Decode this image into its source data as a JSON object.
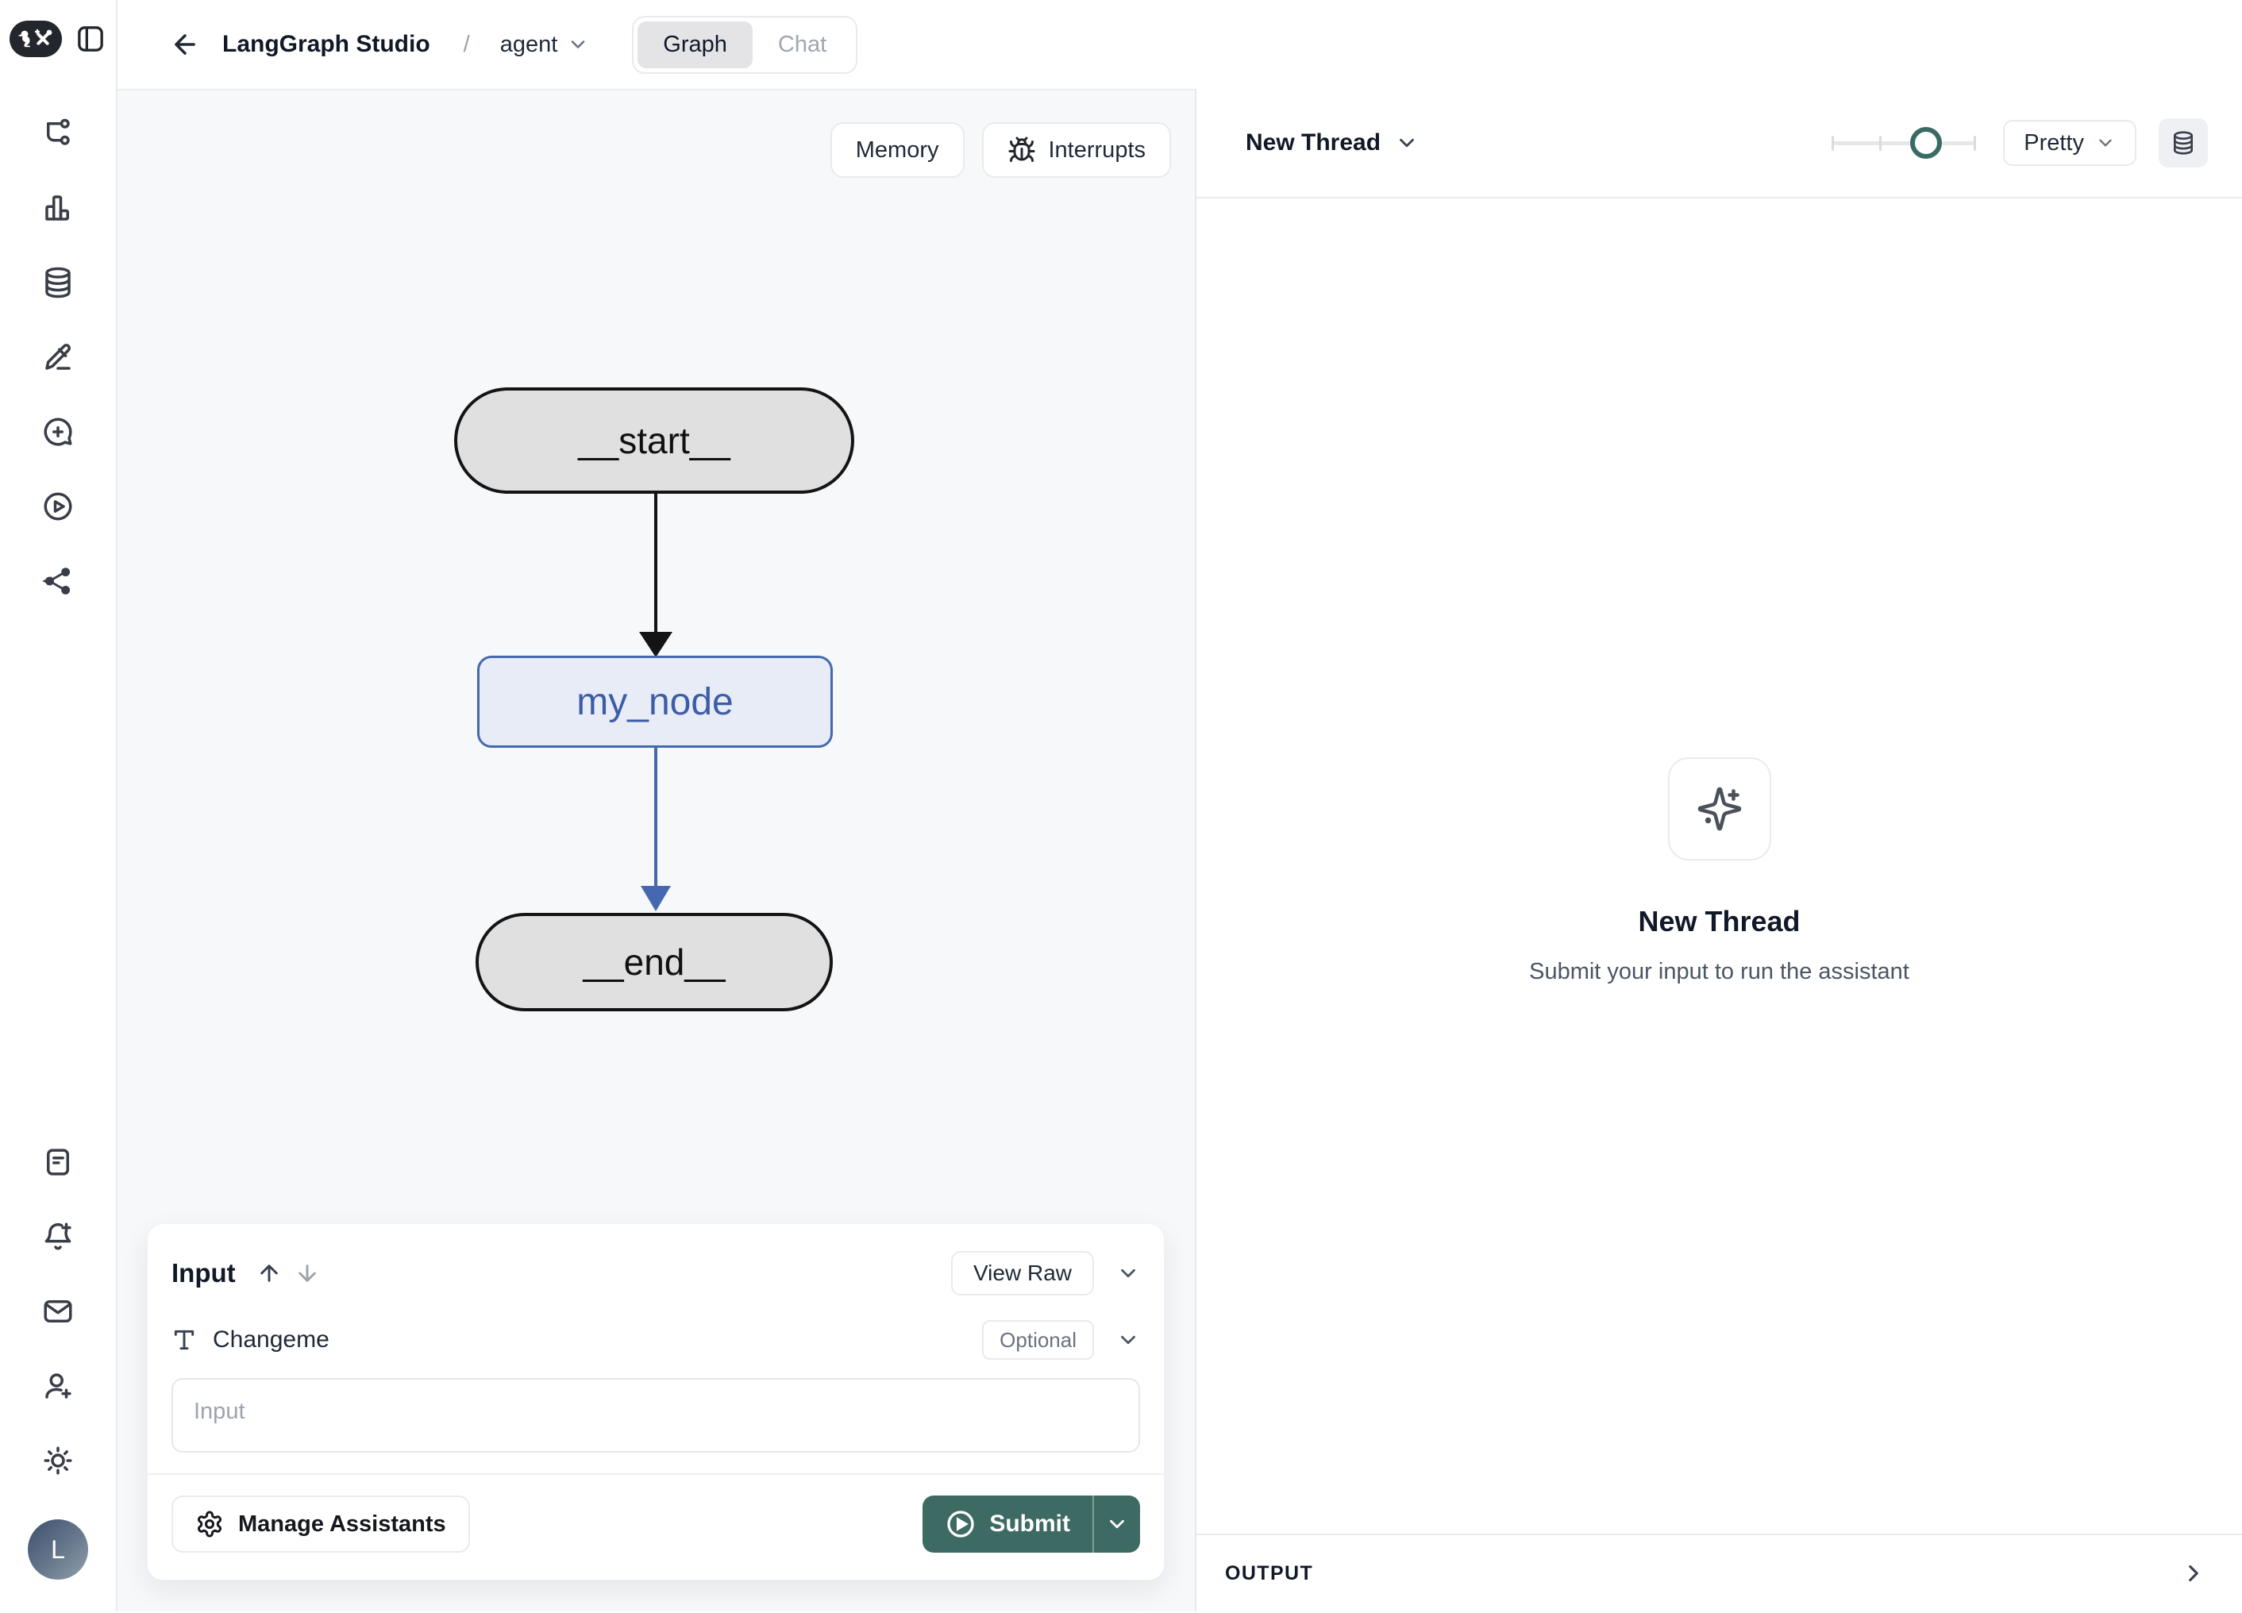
{
  "header": {
    "app_title": "LangGraph Studio",
    "separator": "/",
    "graph_name": "agent",
    "tabs": [
      {
        "label": "Graph",
        "active": true
      },
      {
        "label": "Chat",
        "active": false
      }
    ]
  },
  "sidebar": {
    "logo": "langchain-tools-logo",
    "top_icons": [
      "flow-graph-icon",
      "bar-chart-icon",
      "database-icon",
      "pencil-icon",
      "chat-plus-icon",
      "play-circle-icon",
      "share-nodes-icon"
    ],
    "bottom_icons": [
      "document-icon",
      "bell-plus-icon",
      "mail-icon",
      "user-plus-icon",
      "sun-icon"
    ],
    "avatar_initial": "L"
  },
  "canvas": {
    "memory_label": "Memory",
    "interrupts_label": "Interrupts",
    "nodes": {
      "start": "__start__",
      "middle": "my_node",
      "end": "__end__"
    }
  },
  "thread": {
    "selector_label": "New Thread",
    "format_label": "Pretty",
    "zoom_slider": {
      "position_percent": 65,
      "ticks_percent": [
        0,
        33,
        100
      ]
    },
    "empty_title": "New Thread",
    "empty_subtitle": "Submit your input to run the assistant",
    "output_label": "OUTPUT"
  },
  "input_panel": {
    "title": "Input",
    "view_raw_label": "View Raw",
    "field_label": "Changeme",
    "optional_label": "Optional",
    "placeholder": "Input",
    "manage_label": "Manage Assistants",
    "submit_label": "Submit"
  },
  "colors": {
    "submit_teal": "#3D6A63",
    "slider_teal": "#3A6A64",
    "node_gray_bg": "#E0E0E0",
    "node_blue_bg": "#E8ECF7",
    "node_blue_border": "#4568B0",
    "node_blue_text": "#3C5DA6",
    "canvas_bg": "#F7F8FA"
  }
}
